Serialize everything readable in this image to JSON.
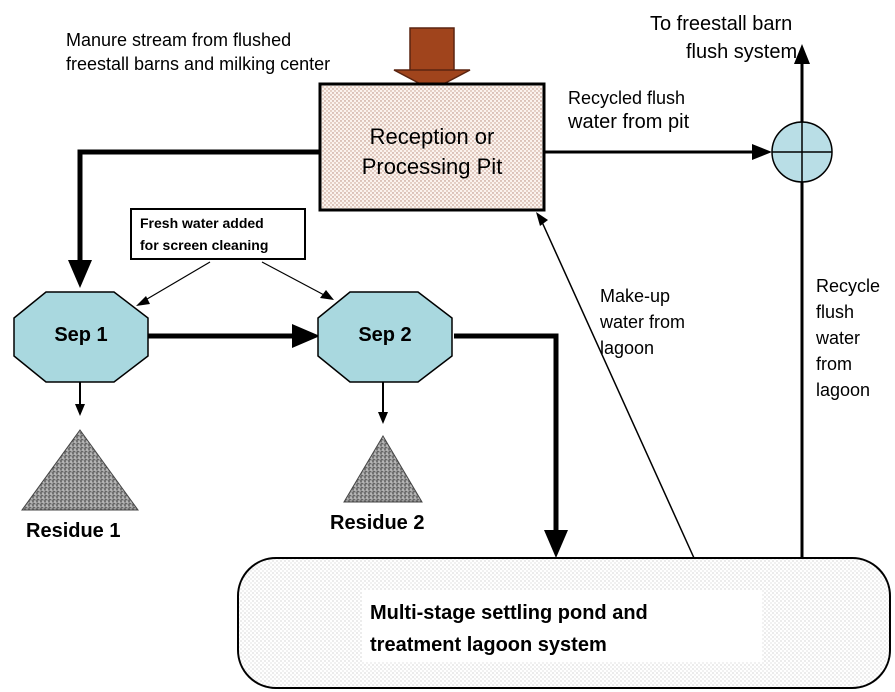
{
  "manure_label": {
    "line1": "Manure stream from flushed",
    "line2": "freestall barns and milking center"
  },
  "pit": {
    "line1": "Reception or",
    "line2": "Processing Pit"
  },
  "to_barn": {
    "line1": "To freestall barn",
    "line2": "flush system"
  },
  "recycled_pit": {
    "line1": "Recycled flush",
    "line2": "water from pit"
  },
  "fresh_water": {
    "line1": "Fresh water added",
    "line2": "for screen cleaning"
  },
  "sep1": "Sep 1",
  "sep2": "Sep 2",
  "residue1": "Residue 1",
  "residue2": "Residue 2",
  "makeup": {
    "line1": "Make-up",
    "line2": "water from",
    "line3": "lagoon"
  },
  "recycle_lagoon": {
    "line1": "Recycle",
    "line2": "flush",
    "line3": "water",
    "line4": "from",
    "line5": "lagoon"
  },
  "lagoon": {
    "line1": "Multi-stage settling pond and",
    "line2": "treatment lagoon system"
  },
  "colors": {
    "separator_fill": "#a9d8df",
    "mixer_fill": "#b9dee6",
    "inflow_arrow": "#a0441c",
    "pit_border": "#000000"
  }
}
